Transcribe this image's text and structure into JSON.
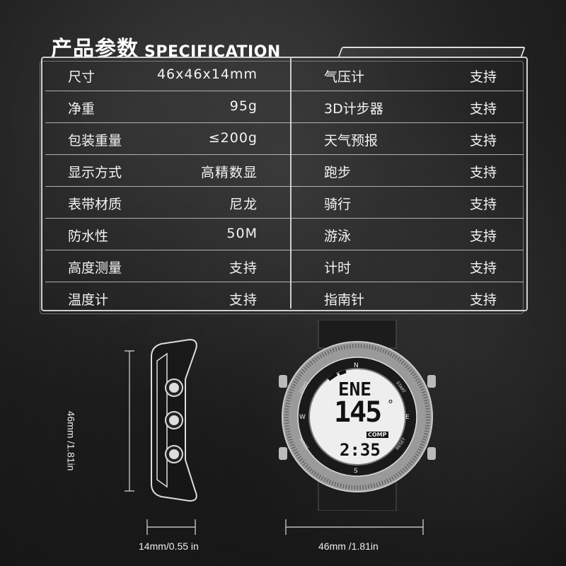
{
  "title": {
    "cn": "产品参数",
    "en": "SPECIFICATION"
  },
  "specs_left": [
    {
      "label": "尺寸",
      "value": "46x46x14mm"
    },
    {
      "label": "净重",
      "value": "95g"
    },
    {
      "label": "包装重量",
      "value": "≤200g"
    },
    {
      "label": "显示方式",
      "value": "高精数显"
    },
    {
      "label": "表带材质",
      "value": "尼龙"
    },
    {
      "label": "防水性",
      "value": "50M"
    },
    {
      "label": "高度测量",
      "value": "支持"
    },
    {
      "label": "温度计",
      "value": "支持"
    }
  ],
  "specs_right": [
    {
      "label": "气压计",
      "value": "支持"
    },
    {
      "label": "3D计步器",
      "value": "支持"
    },
    {
      "label": "天气预报",
      "value": "支持"
    },
    {
      "label": "跑步",
      "value": "支持"
    },
    {
      "label": "骑行",
      "value": "支持"
    },
    {
      "label": "游泳",
      "value": "支持"
    },
    {
      "label": "计时",
      "value": "支持"
    },
    {
      "label": "指南针",
      "value": "支持"
    }
  ],
  "watch_display": {
    "direction": "ENE",
    "degrees": "145",
    "degree_symbol": "°",
    "mode_tag": "COMP",
    "time": "2:35",
    "bezel_n": "N",
    "bezel_s": "S",
    "bezel_w": "W",
    "bezel_e": "E",
    "btn_light": "LIGHT",
    "btn_mode": "MODE",
    "btn_start": "START",
    "btn_reset": "RESET"
  },
  "dimensions": {
    "height": "46mm /1.81in",
    "thickness": "14mm/0.55 in",
    "width": "46mm /1.81in"
  },
  "colors": {
    "frame": "#cfcfcf",
    "text": "#f4f4f4",
    "lcd_bg": "#eeeeee",
    "lcd_text": "#111111"
  }
}
